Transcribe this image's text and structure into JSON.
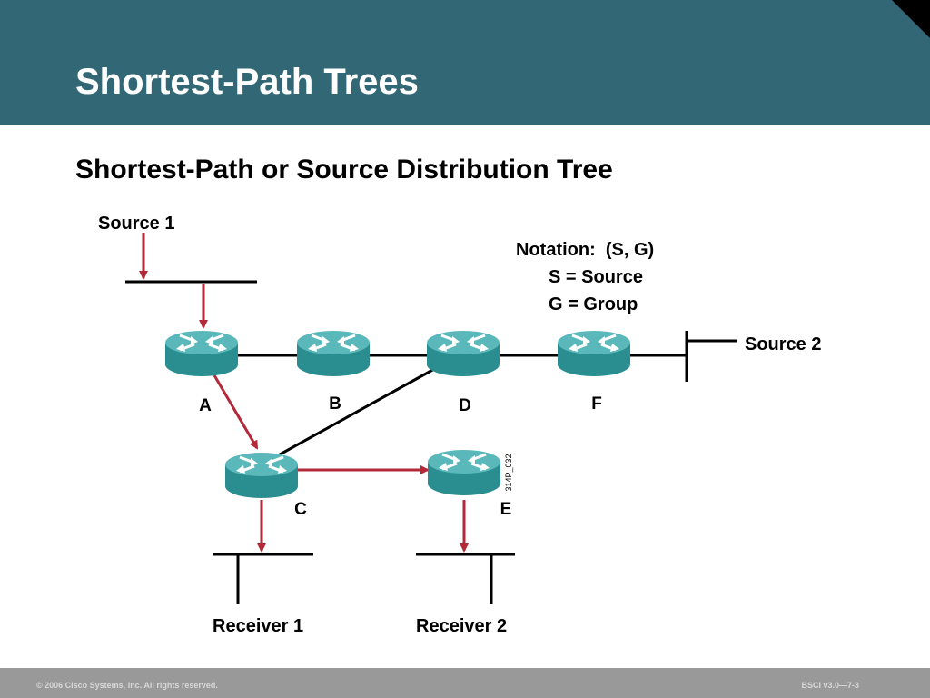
{
  "slide": {
    "title": "Shortest-Path Trees",
    "subtitle": "Shortest-Path or Source Distribution Tree",
    "footer_copyright": "© 2006 Cisco Systems, Inc. All rights reserved.",
    "footer_slide": "BSCI v3.0—7-3"
  },
  "diagram": {
    "source1": "Source 1",
    "source2": "Source 2",
    "receiver1": "Receiver 1",
    "receiver2": "Receiver 2",
    "notation": {
      "line1": "Notation:  (S, G)",
      "line2": "S = Source",
      "line3": "G = Group"
    },
    "figure_id": "314P_032",
    "routers": {
      "A": "A",
      "B": "B",
      "C": "C",
      "D": "D",
      "E": "E",
      "F": "F"
    },
    "colors": {
      "header": "#326876",
      "tree_path": "#b22a3a",
      "router_body": "#2b8f92",
      "router_top": "#5bb8ba",
      "footer": "#999999"
    }
  }
}
